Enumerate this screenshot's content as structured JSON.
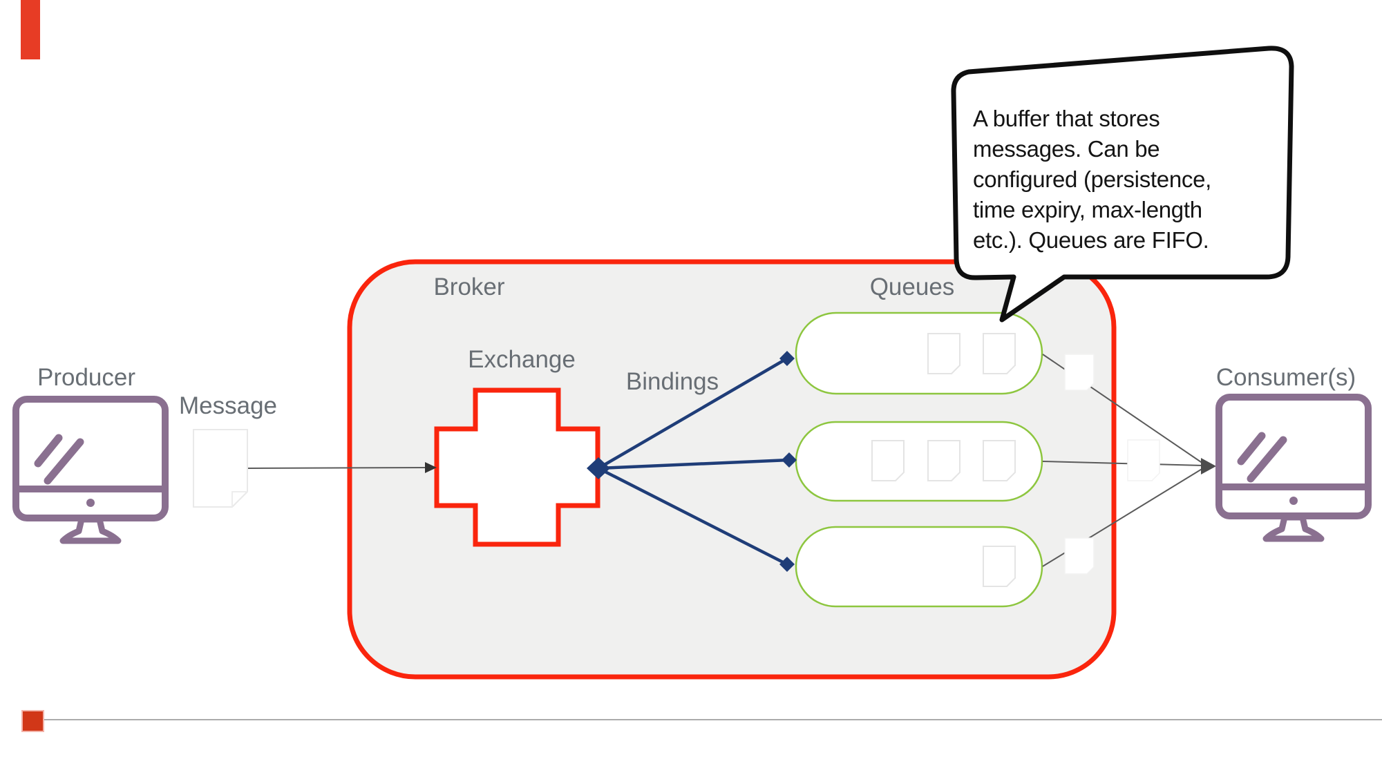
{
  "labels": {
    "producer": "Producer",
    "message": "Message",
    "broker": "Broker",
    "exchange": "Exchange",
    "bindings": "Bindings",
    "queues": "Queues",
    "consumers": "Consumer(s)"
  },
  "callout": {
    "lines": [
      "A buffer that stores",
      "messages. Can be",
      "configured (persistence,",
      "time expiry, max-length",
      "etc.). Queues are FIFO."
    ]
  },
  "icons": {
    "producer": "desktop-monitor-icon",
    "consumer": "desktop-monitor-icon",
    "message": "document-icon",
    "queue_item": "document-icon",
    "transit_item": "document-icon",
    "exchange": "cross-shape",
    "queue": "pill-shape"
  },
  "queues": {
    "count": 3,
    "documents_per_queue": [
      2,
      3,
      1
    ]
  },
  "transit_documents": 3,
  "colors": {
    "accent_red": "#fa250d",
    "top_bar_red": "#e73c25",
    "queue_green": "#8dc63f",
    "binding_navy": "#1f3d78",
    "monitor_purple": "#8a7090",
    "broker_fill": "#f0f0ef",
    "label_gray": "#686e74",
    "footer_square_red": "#d13718",
    "footer_line_gray": "#ababab",
    "callout_border": "#0f0f0f"
  }
}
